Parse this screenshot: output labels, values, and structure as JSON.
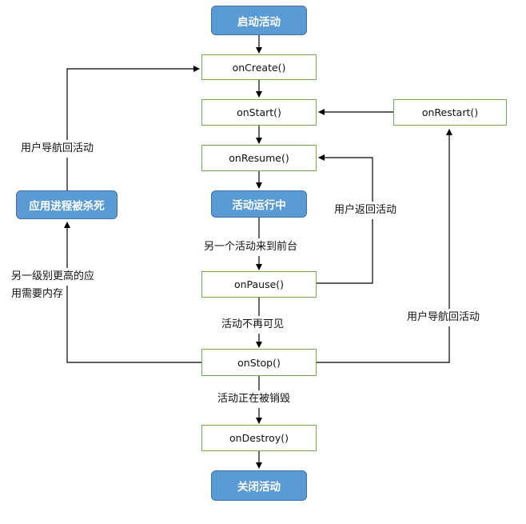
{
  "nodes": {
    "start_activity": "启动活动",
    "on_create": "onCreate()",
    "on_start": "onStart()",
    "on_restart": "onRestart()",
    "on_resume": "onResume()",
    "activity_running": "活动运行中",
    "process_killed": "应用进程被杀死",
    "on_pause": "onPause()",
    "on_stop": "onStop()",
    "on_destroy": "onDestroy()",
    "close_activity": "关闭活动"
  },
  "labels": {
    "user_navigates_back_left": "用户导航回活动",
    "user_returns": "用户返回活动",
    "another_to_front": "另一个活动来到前台",
    "higher_priority_line1": "另一级别更高的应",
    "higher_priority_line2": "用需要内存",
    "no_longer_visible": "活动不再可见",
    "being_destroyed": "活动正在被销毁",
    "user_navigates_back_right": "用户导航回活动"
  }
}
